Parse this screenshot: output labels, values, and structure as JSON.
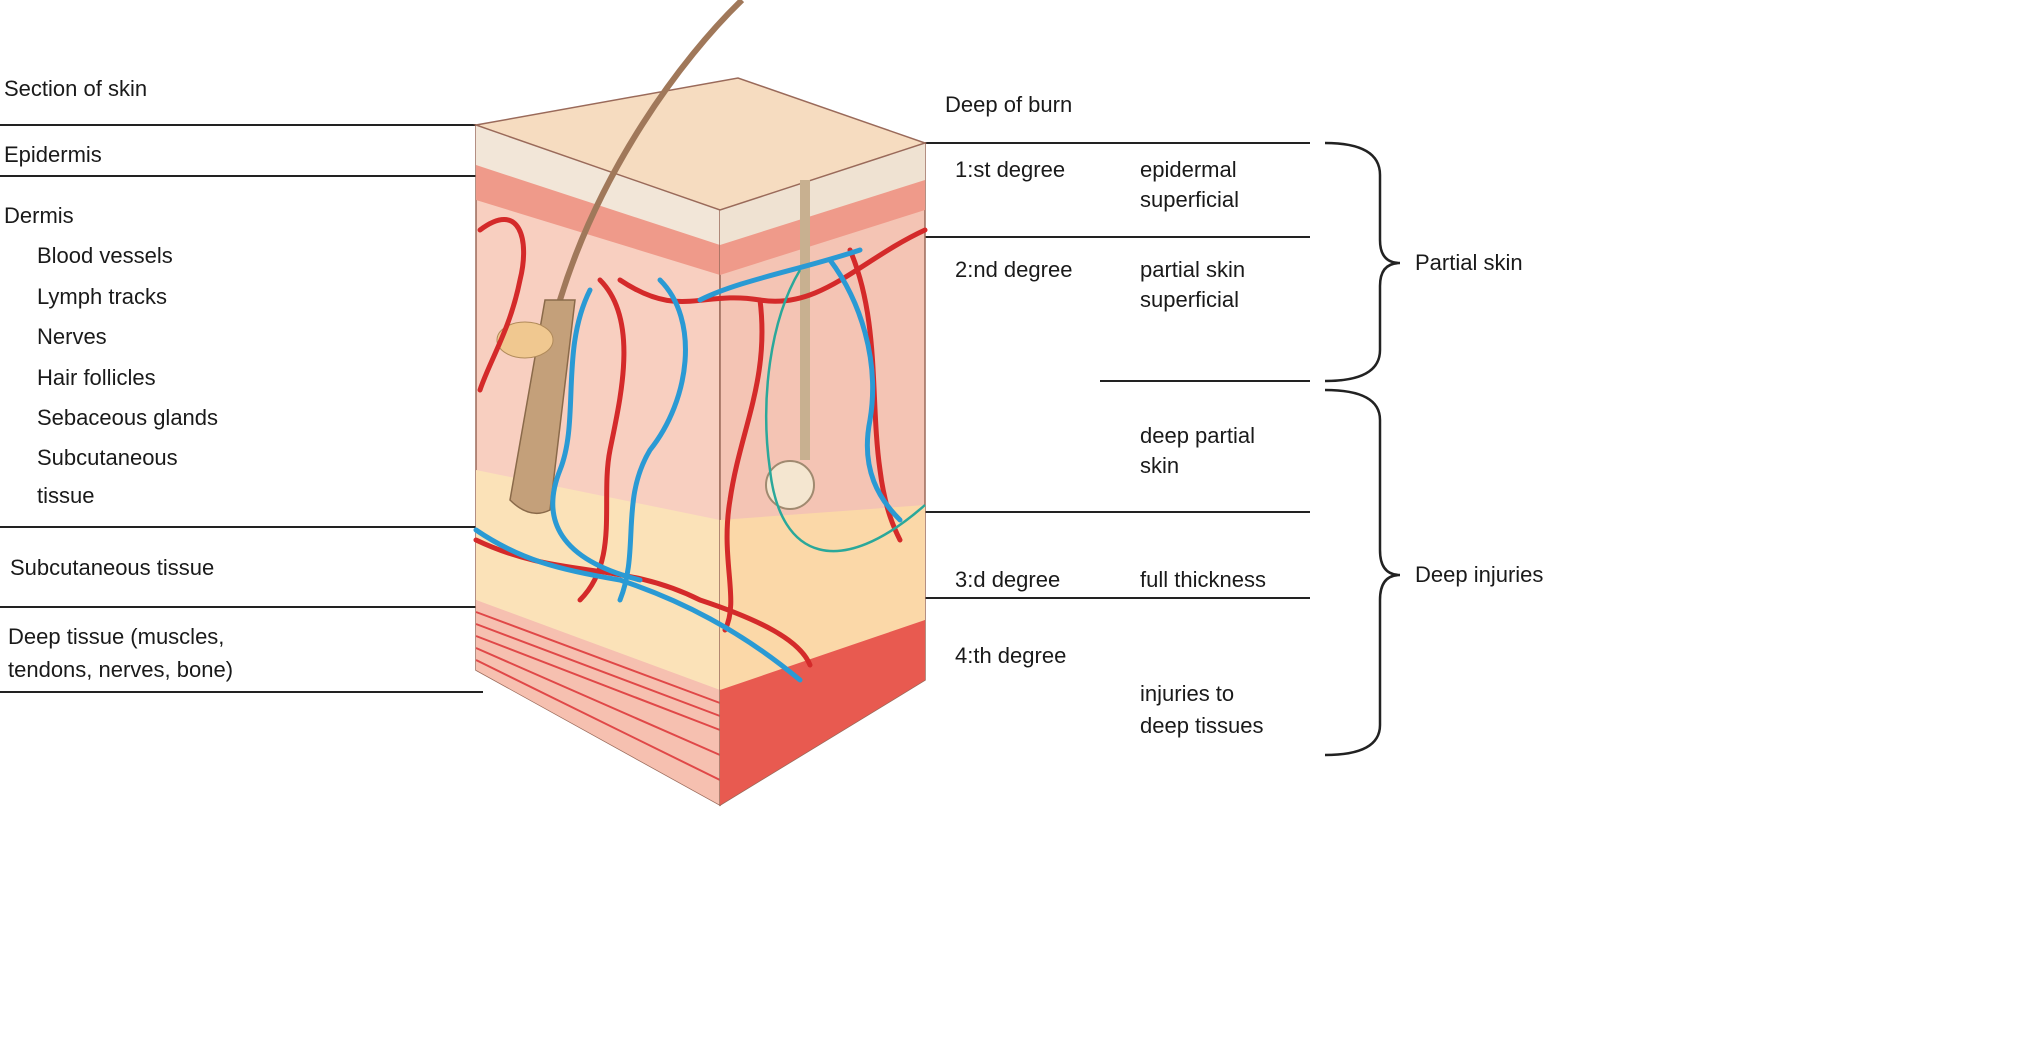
{
  "left": {
    "section_title": "Section of skin",
    "epidermis": "Epidermis",
    "dermis": "Dermis",
    "dermis_items": [
      "Blood vessels",
      "Lymph tracks",
      "Nerves",
      "Hair follicles",
      "Sebaceous glands",
      "Subcutaneous",
      "tissue"
    ],
    "subcutaneous": "Subcutaneous tissue",
    "deep_tissue_1": "Deep tissue (muscles,",
    "deep_tissue_2": "tendons, nerves, bone)"
  },
  "right": {
    "title": "Deep of burn",
    "first_degree": "1:st degree",
    "first_desc_1": "epidermal",
    "first_desc_2": "superficial",
    "second_degree": "2:nd degree",
    "second_desc_1": "partial skin",
    "second_desc_2": "superficial",
    "deep_partial_1": "deep partial",
    "deep_partial_2": "skin",
    "third_degree": "3:d degree",
    "third_desc": "full thickness",
    "fourth_degree": "4:th degree",
    "fourth_desc_1": "injuries to",
    "fourth_desc_2": "deep tissues",
    "group_partial": "Partial skin",
    "group_deep": "Deep injuries"
  },
  "colors": {
    "artery": "#d42a2a",
    "vein": "#2a9ad4",
    "nerve": "#2aa89a",
    "epidermis": "#f6dcc0",
    "dermis": "#f8cfc0",
    "fat": "#fbe2b8",
    "muscle": "#e04848"
  }
}
